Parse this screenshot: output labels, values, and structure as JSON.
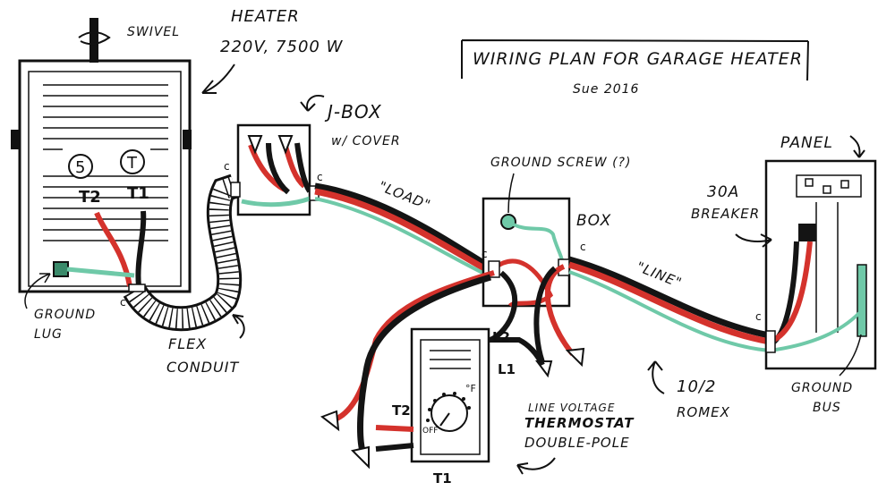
{
  "diagram": {
    "title": "WIRING PLAN FOR GARAGE HEATER",
    "signature": "Sue 2016",
    "labels": {
      "swivel": "SWIVEL",
      "heater_line1": "HEATER",
      "heater_line2": "220V, 7500 W",
      "jbox_line1": "J-BOX",
      "jbox_line2": "w/ COVER",
      "load": "\"LOAD\"",
      "ground_screw": "GROUND SCREW (?)",
      "box": "BOX",
      "panel": "PANEL",
      "breaker_line1": "30A",
      "breaker_line2": "BREAKER",
      "line": "\"LINE\"",
      "romex_line1": "10/2",
      "romex_line2": "ROMEX",
      "ground_bus_line1": "GROUND",
      "ground_bus_line2": "BUS",
      "ground_lug_line1": "GROUND",
      "ground_lug_line2": "LUG",
      "flex_line1": "FLEX",
      "flex_line2": "CONDUIT",
      "thermo_line1": "LINE VOLTAGE",
      "thermo_line2": "THERMOSTAT",
      "thermo_line3": "DOUBLE-POLE",
      "terminal_5": "5",
      "terminal_T": "T",
      "t2_heater": "T2",
      "t1_heater": "T1",
      "l2": "L2",
      "l1": "L1",
      "t2_thermo": "T2",
      "t1_thermo": "T1",
      "deg_f": "°F",
      "off": "OFF",
      "c": "c"
    },
    "colors": {
      "hot_red": "#d4322c",
      "hot_black": "#141414",
      "ground_green": "#6fc9a8",
      "ink": "#111111"
    }
  }
}
